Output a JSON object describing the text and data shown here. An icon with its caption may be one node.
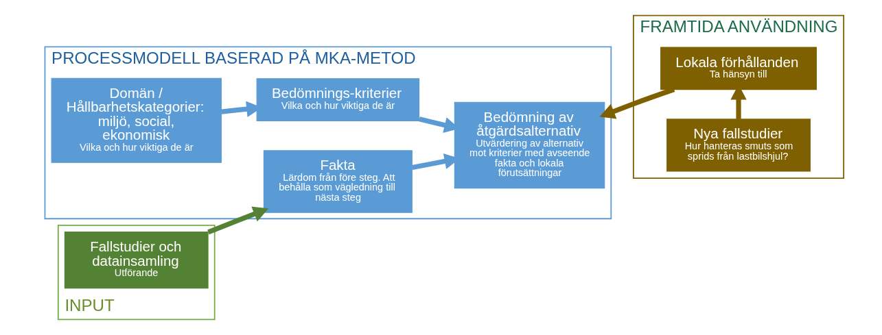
{
  "diagram": {
    "nodes": [
      {
        "text": [
          "PROCESSMODELL BASERAD PÅ MKA-METOD"
        ]
      },
      {
        "text": [
          "Domän / Hållbarhetskategorier: miljö, social, ekonomisk",
          "Vilka och hur viktiga de är"
        ],
        "in": 0
      },
      {
        "text": [
          "Bedömnings-kriterier",
          "Vilka och hur viktiga de är"
        ],
        "in": 0
      },
      {
        "text": [
          "Bedömning av åtgärdsalternativ",
          "Utvärdering av alternativ mot kriterier med avseende fakta och lokala förutsättningar"
        ],
        "in": 0
      },
      {
        "text": [
          "Fakta",
          "Lärdom från före steg. Att behålla som vägledning till nästa steg"
        ],
        "in": 0
      },
      {
        "text": [
          "INPUT"
        ]
      },
      {
        "text": [
          "Fallstudier och datainsamling",
          "Utförande"
        ],
        "in": 5
      },
      {
        "text": [
          "FRAMTIDA ANVÄNDNING"
        ]
      },
      {
        "text": [
          "Nya fallstudier",
          "Hur hanteras smuts som sprids från lastbilshjul?"
        ],
        "in": 7
      },
      {
        "text": [
          "Lokala förhållanden",
          "Ta hänsyn till"
        ],
        "in": 7
      }
    ],
    "edges": [
      {
        "from": 1,
        "to": 2,
        "arrow": "to"
      },
      {
        "from": 2,
        "to": 3,
        "arrow": "to"
      },
      {
        "from": 6,
        "to": 4,
        "arrow": "to",
        "color": "#548235"
      },
      {
        "from": 4,
        "to": 3,
        "arrow": "to"
      },
      {
        "from": 8,
        "to": 9,
        "arrow": "to",
        "color": "#7f6000"
      },
      {
        "from": 9,
        "to": 3,
        "arrow": "to",
        "color": "#7f6000"
      }
    ]
  }
}
